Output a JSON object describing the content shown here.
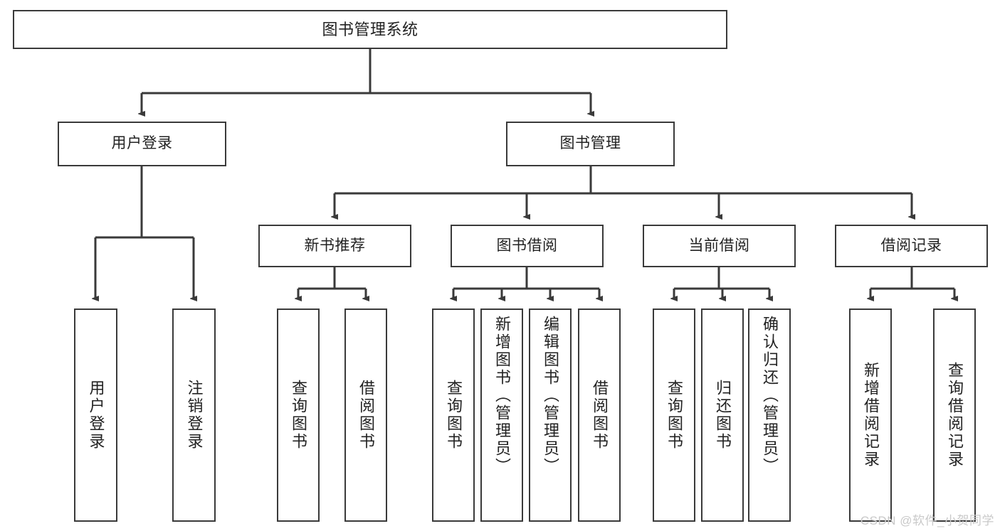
{
  "diagram": {
    "title": "图书管理系统",
    "type": "tree",
    "watermark": "CSDN @软件_小贺同学",
    "colors": {
      "stroke": "#3a3a3a",
      "fill": "#ffffff",
      "text": "#222222",
      "watermark": "#c9c9c9"
    },
    "levels": {
      "root": {
        "label": "图书管理系统"
      },
      "level2": [
        {
          "label": "用户登录"
        },
        {
          "label": "图书管理"
        }
      ],
      "level3": [
        {
          "label": "新书推荐"
        },
        {
          "label": "图书借阅"
        },
        {
          "label": "当前借阅"
        },
        {
          "label": "借阅记录"
        }
      ],
      "leaves": {
        "user_login": [
          {
            "label": "用户登录"
          },
          {
            "label": "注销登录"
          }
        ],
        "new_book": [
          {
            "label": "查询图书"
          },
          {
            "label": "借阅图书"
          }
        ],
        "borrow": [
          {
            "label": "查询图书"
          },
          {
            "label": "新增图书（管理员）"
          },
          {
            "label": "编辑图书（管理员）"
          },
          {
            "label": "借阅图书"
          }
        ],
        "current": [
          {
            "label": "查询图书"
          },
          {
            "label": "归还图书"
          },
          {
            "label": "确认归还（管理员）"
          }
        ],
        "records": [
          {
            "label": "新增借阅记录"
          },
          {
            "label": "查询借阅记录"
          }
        ]
      }
    }
  }
}
